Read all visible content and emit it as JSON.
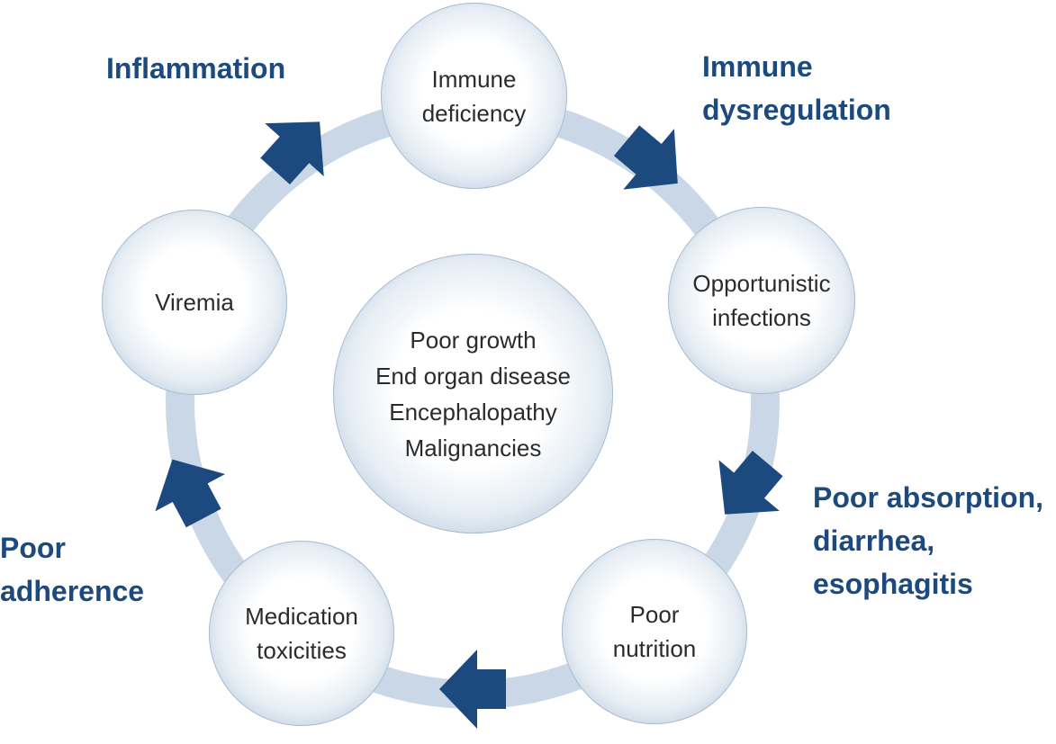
{
  "nodes": {
    "immune_deficiency": "Immune\ndeficiency",
    "opportunistic_infections": "Opportunistic\ninfections",
    "poor_nutrition": "Poor\nnutrition",
    "medication_toxicities": "Medication\ntoxicities",
    "viremia": "Viremia",
    "center": "Poor growth\nEnd organ disease\nEncephalopathy\nMalignancies"
  },
  "labels": {
    "inflammation": "Inflammation",
    "immune_dysregulation": "Immune\ndysregulation",
    "poor_absorption": "Poor absorption,\ndiarrhea,\nesophagitis",
    "poor_adherence": "Poor\nadherence"
  },
  "colors": {
    "ring": "#c9d7e6",
    "arrow": "#1c4a7e",
    "label": "#1c4a7e",
    "node_edge": "#9cb3ca"
  }
}
